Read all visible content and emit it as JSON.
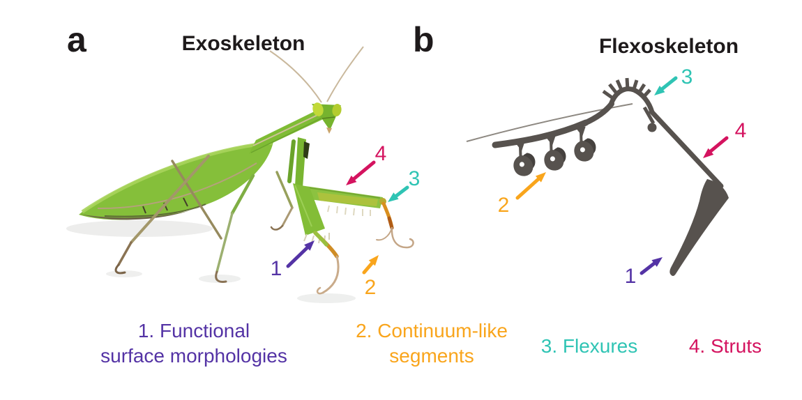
{
  "figure": {
    "panels": [
      {
        "label": "a",
        "title": "Exoskeleton"
      },
      {
        "label": "b",
        "title": "Flexoskeleton"
      }
    ]
  },
  "callout_numbers": {
    "n1": "1",
    "n2": "2",
    "n3": "3",
    "n4": "4"
  },
  "legend": {
    "items": [
      {
        "lines": [
          "1. Functional",
          "surface morphologies"
        ],
        "color": "#5433a5"
      },
      {
        "lines": [
          "2. Continuum-like",
          "segments"
        ],
        "color": "#f9a51c"
      },
      {
        "lines": [
          "3. Flexures"
        ],
        "color": "#2fc4b4"
      },
      {
        "lines": [
          "4. Struts"
        ],
        "color": "#d4135f"
      }
    ]
  },
  "colors": {
    "purple": "#5433a5",
    "orange": "#f9a51c",
    "teal": "#2fc4b4",
    "crimson": "#d4135f",
    "ink": "#1e1a1b",
    "flexo_gray": "#57524e",
    "mantis_green": "#85bf3a",
    "mantis_light_green": "#a8d45c",
    "mantis_dark_underside": "#6b6247",
    "mantis_leg_tan": "#a3976a",
    "mantis_tibia_orange": "#d98f1f"
  },
  "illustrations": {
    "mantis": "praying-mantis-photo",
    "flexoskeleton": "3d-printed-flexoskeleton-limb"
  }
}
